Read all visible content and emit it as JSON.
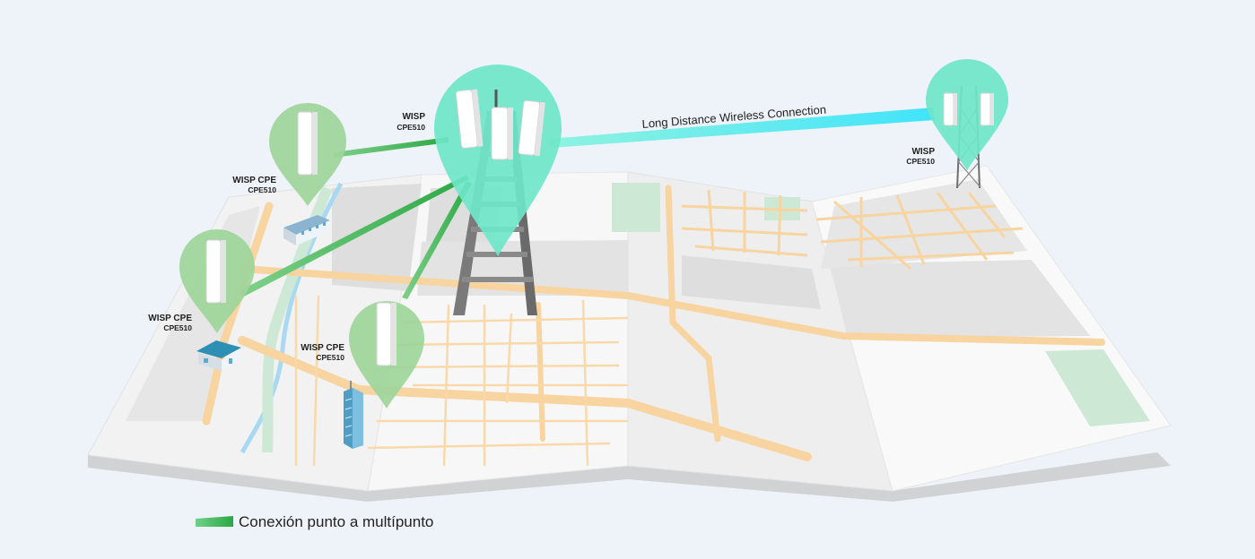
{
  "diagram": {
    "tower_label": {
      "title": "WISP",
      "model": "CPE510"
    },
    "remote_tower_label": {
      "title": "WISP",
      "model": "CPE510"
    },
    "cpe_labels": [
      {
        "title": "WISP CPE",
        "model": "CPE510"
      },
      {
        "title": "WISP CPE",
        "model": "CPE510"
      },
      {
        "title": "WISP CPE",
        "model": "CPE510"
      }
    ],
    "link_label": "Long Distance Wireless Connection",
    "legend": {
      "label": "Conexión punto a multípunto"
    },
    "colors": {
      "pin_teal": "#6fe6c8",
      "pin_green": "#9ed59a",
      "link_cyan": "#4ee6f7",
      "link_green": "#36b54a",
      "map_paper": "#f1f1f1",
      "road": "#f7d4a0",
      "park": "#cde9d6",
      "tower_gray": "#6e6e6e"
    }
  }
}
